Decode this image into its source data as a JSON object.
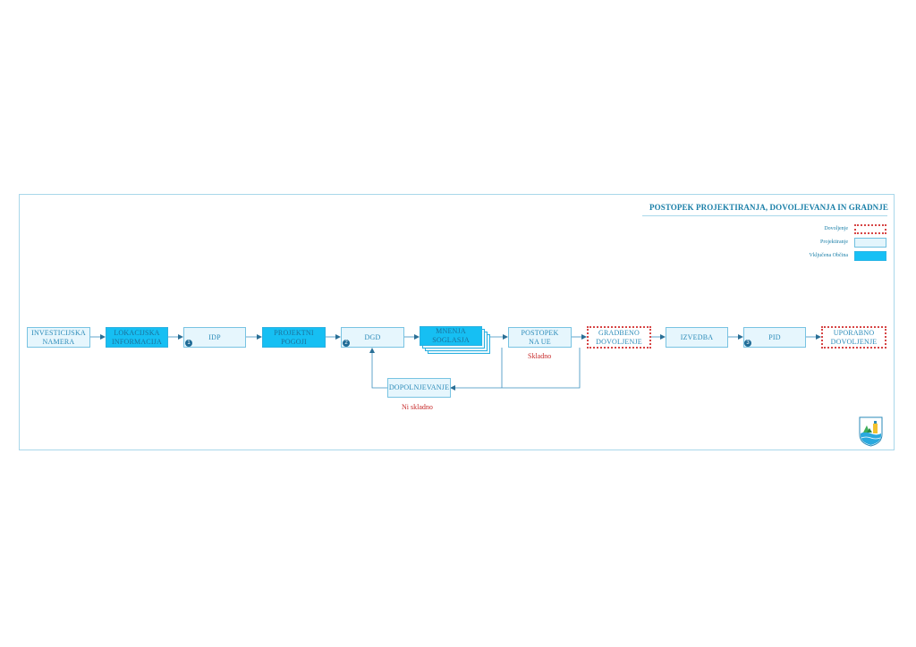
{
  "title": "POSTOPEK PROJEKTIRANJA, DOVOLJEVANJA IN GRADNJE",
  "legend": [
    {
      "label": "Dovoljenje",
      "style": "permit"
    },
    {
      "label": "Projektiranje",
      "style": "design"
    },
    {
      "label": "Vključena Občina",
      "style": "muni"
    }
  ],
  "nodes": {
    "investicijska": [
      "INVESTICIJSKA",
      "NAMERA"
    ],
    "lokacijska": [
      "LOKACIJSKA",
      "INFORMACIJA"
    ],
    "idp": "IDP",
    "projektni": [
      "PROJEKTNI",
      "POGOJI"
    ],
    "dgd": "DGD",
    "mnenja": [
      "MNENJA",
      "SOGLASJA"
    ],
    "postopek": [
      "POSTOPEK",
      "NA UE"
    ],
    "gradbeno": [
      "GRADBENO",
      "DOVOLJENJE"
    ],
    "izvedba": "IZVEDBA",
    "pid": "PID",
    "uporabno": [
      "UPORABNO",
      "DOVOLJENJE"
    ],
    "dopolnjevanje": "DOPOLNJEVANJE"
  },
  "badges": {
    "b1": "1",
    "b2": "2",
    "b3": "3"
  },
  "outcomes": {
    "skladno": "Skladno",
    "ni_skladno": "Ni skladno"
  },
  "colors": {
    "accent": "#1a7fa8",
    "municipality_fill": "#16c0f5",
    "design_fill": "#e6f6fd",
    "permit_border": "#d64545",
    "outcome_text": "#c72a2a"
  },
  "icons": {
    "logo": "municipality-coat-of-arms-icon"
  }
}
